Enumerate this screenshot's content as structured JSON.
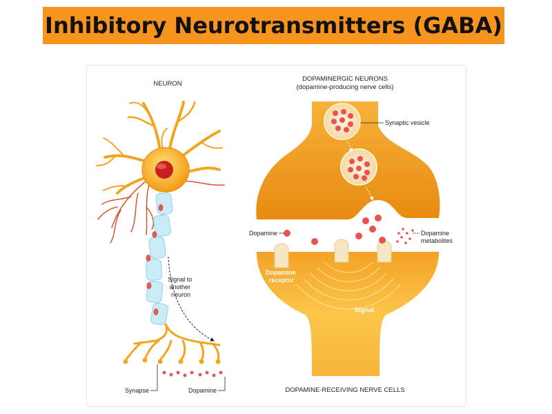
{
  "header": {
    "title": "Inhibitory Neurotransmitters (GABA)"
  },
  "diagram": {
    "neuron_label": "NEURON",
    "signal_label": [
      "Signal to",
      "another",
      "neuron"
    ],
    "synapse_label": "Synapse",
    "dopamine_bottom_label": "Dopamine",
    "dopaminergic_title": "DOPAMINERGIC NEURONS",
    "dopaminergic_subtitle": "(dopamine-producing nerve cells)",
    "synaptic_vesicle_label": "Synaptic vesicle",
    "dopamine_label": "Dopamine",
    "metabolites_label": [
      "Dopamine",
      "metabolites"
    ],
    "receptor_label": [
      "Dopamine",
      "receptor"
    ],
    "signal_bottom_label": "Signal",
    "receiving_label": "DOPAMINE-RECEIVING NERVE CELLS"
  }
}
